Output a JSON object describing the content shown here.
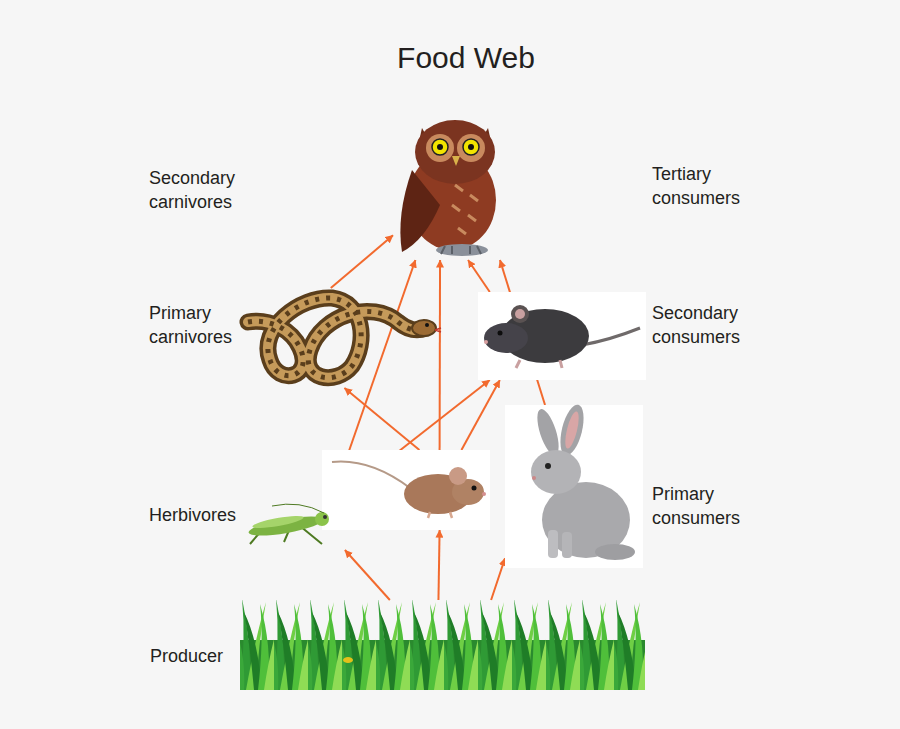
{
  "diagram": {
    "title": "Food Web",
    "nodes": [
      {
        "text": [
          "Secondary carnivores",
          "Tertiary consumers"
        ]
      },
      {
        "text": [
          "Primary carnivores"
        ]
      },
      {
        "text": [
          "Secondary consumers"
        ]
      },
      {
        "text": []
      },
      {
        "text": [
          "Primary consumers"
        ]
      },
      {
        "text": [
          "Herbivores"
        ]
      },
      {
        "text": [
          "Producer"
        ]
      }
    ],
    "edges": [
      {
        "from": 6,
        "to": 5,
        "arrow": "to"
      },
      {
        "from": 6,
        "to": 3,
        "arrow": "to"
      },
      {
        "from": 6,
        "to": 4,
        "arrow": "to"
      },
      {
        "from": 5,
        "to": 0,
        "arrow": "to"
      },
      {
        "from": 5,
        "to": 2,
        "arrow": "to"
      },
      {
        "from": 3,
        "to": 1,
        "arrow": "to"
      },
      {
        "from": 3,
        "to": 0,
        "arrow": "to"
      },
      {
        "from": 3,
        "to": 2,
        "arrow": "to"
      },
      {
        "from": 1,
        "to": 0,
        "arrow": "to"
      },
      {
        "from": 2,
        "to": 0,
        "arrow": "to"
      },
      {
        "from": 4,
        "to": 0,
        "arrow": "to"
      }
    ]
  }
}
